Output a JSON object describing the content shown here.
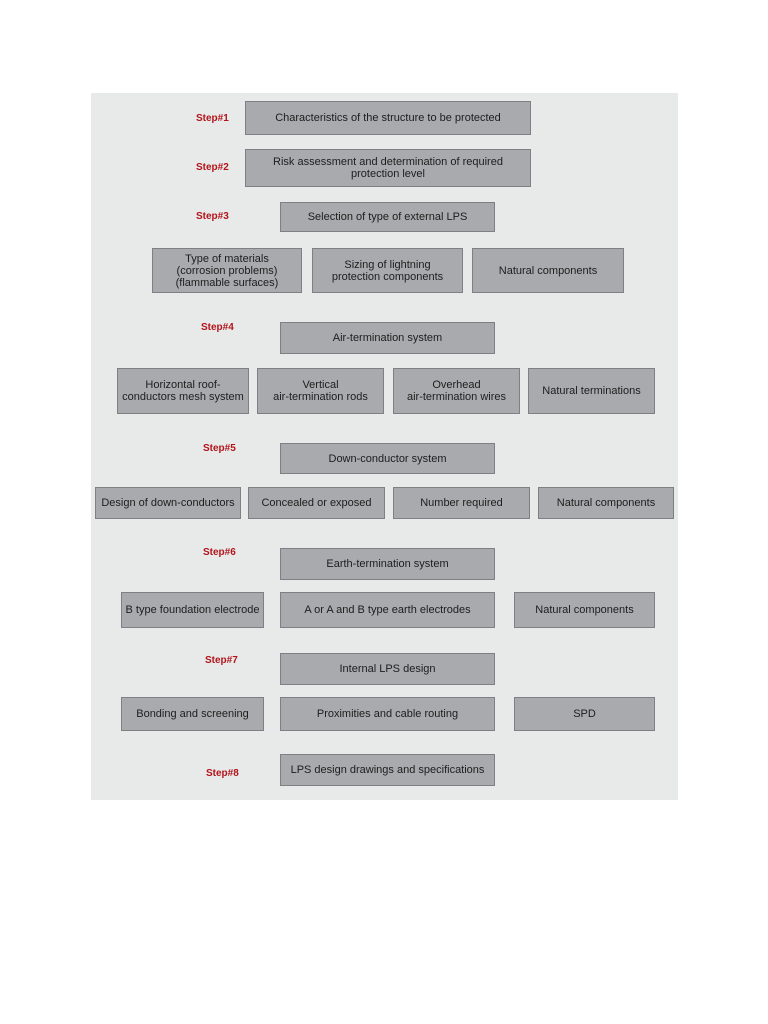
{
  "colors": {
    "connector": "#2f8fc0",
    "box_fill": "#a9aaad",
    "box_border": "#7e8084",
    "step_label": "#b3141b",
    "panel": "#e8eaea"
  },
  "steps": [
    {
      "label": "Step#1",
      "main": "Characteristics of the structure to be protected",
      "items": []
    },
    {
      "label": "Step#2",
      "main": "Risk assessment and determination of required\nprotection level",
      "items": []
    },
    {
      "label": "Step#3",
      "main": "Selection of type of external LPS",
      "items": [
        "Type of materials\n(corrosion problems)\n(flammable surfaces)",
        "Sizing of lightning\nprotection components",
        "Natural components"
      ]
    },
    {
      "label": "Step#4",
      "main": "Air-termination system",
      "items": [
        "Horizontal roof-\nconductors mesh system",
        "Vertical\nair-termination rods",
        "Overhead\nair-termination wires",
        "Natural terminations"
      ]
    },
    {
      "label": "Step#5",
      "main": "Down-conductor system",
      "items": [
        "Design of down-conductors",
        "Concealed or exposed",
        "Number required",
        "Natural components"
      ]
    },
    {
      "label": "Step#6",
      "main": "Earth-termination system",
      "items": [
        "B type foundation electrode",
        "A or A and B type earth electrodes",
        "Natural components"
      ]
    },
    {
      "label": "Step#7",
      "main": "Internal LPS design",
      "items": [
        "Bonding and screening",
        "Proximities and cable routing",
        "SPD"
      ]
    },
    {
      "label": "Step#8",
      "main": "LPS design drawings and specifications",
      "items": []
    }
  ]
}
